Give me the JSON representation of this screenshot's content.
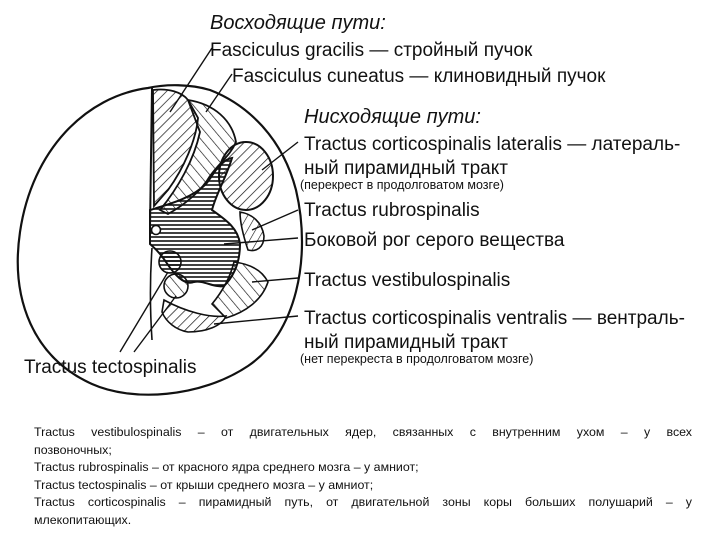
{
  "labels": {
    "ascending_header": "Восходящие пути:",
    "fasciculus_gracilis": "Fasciculus gracilis — стройный пучок",
    "fasciculus_cuneatus": "Fasciculus cuneatus — клиновидный пучок",
    "descending_header": "Нисходящие пути:",
    "cs_lateralis_1": "Tractus corticospinalis lateralis — латераль-",
    "cs_lateralis_2": "ный пирамидный тракт",
    "cs_lateralis_note": "(перекрест в продолговатом мозге)",
    "rubrospinalis": "Tractus rubrospinalis",
    "lateral_horn": "Боковой рог серого вещества",
    "vestibulospinalis": "Tractus vestibulospinalis",
    "cs_ventralis_1": "Tractus corticospinalis ventralis — вентраль-",
    "cs_ventralis_2": "ный пирамидный тракт",
    "cs_ventralis_note": "(нет перекреста в продолговатом мозге)",
    "tectospinalis": "Tractus tectospinalis"
  },
  "notes": [
    "Tractus vestibulospinalis – от двигательных ядер, связанных с внутренним ухом – у всех",
    "позвоночных;",
    "Tractus rubrospinalis – от красного ядра среднего мозга – у амниот;",
    "Tractus tectospinalis – от крыши среднего мозга – у амниот;",
    "Tractus corticospinalis – пирамидный путь, от двигательной зоны коры больших полушарий – у",
    "млекопитающих."
  ]
}
